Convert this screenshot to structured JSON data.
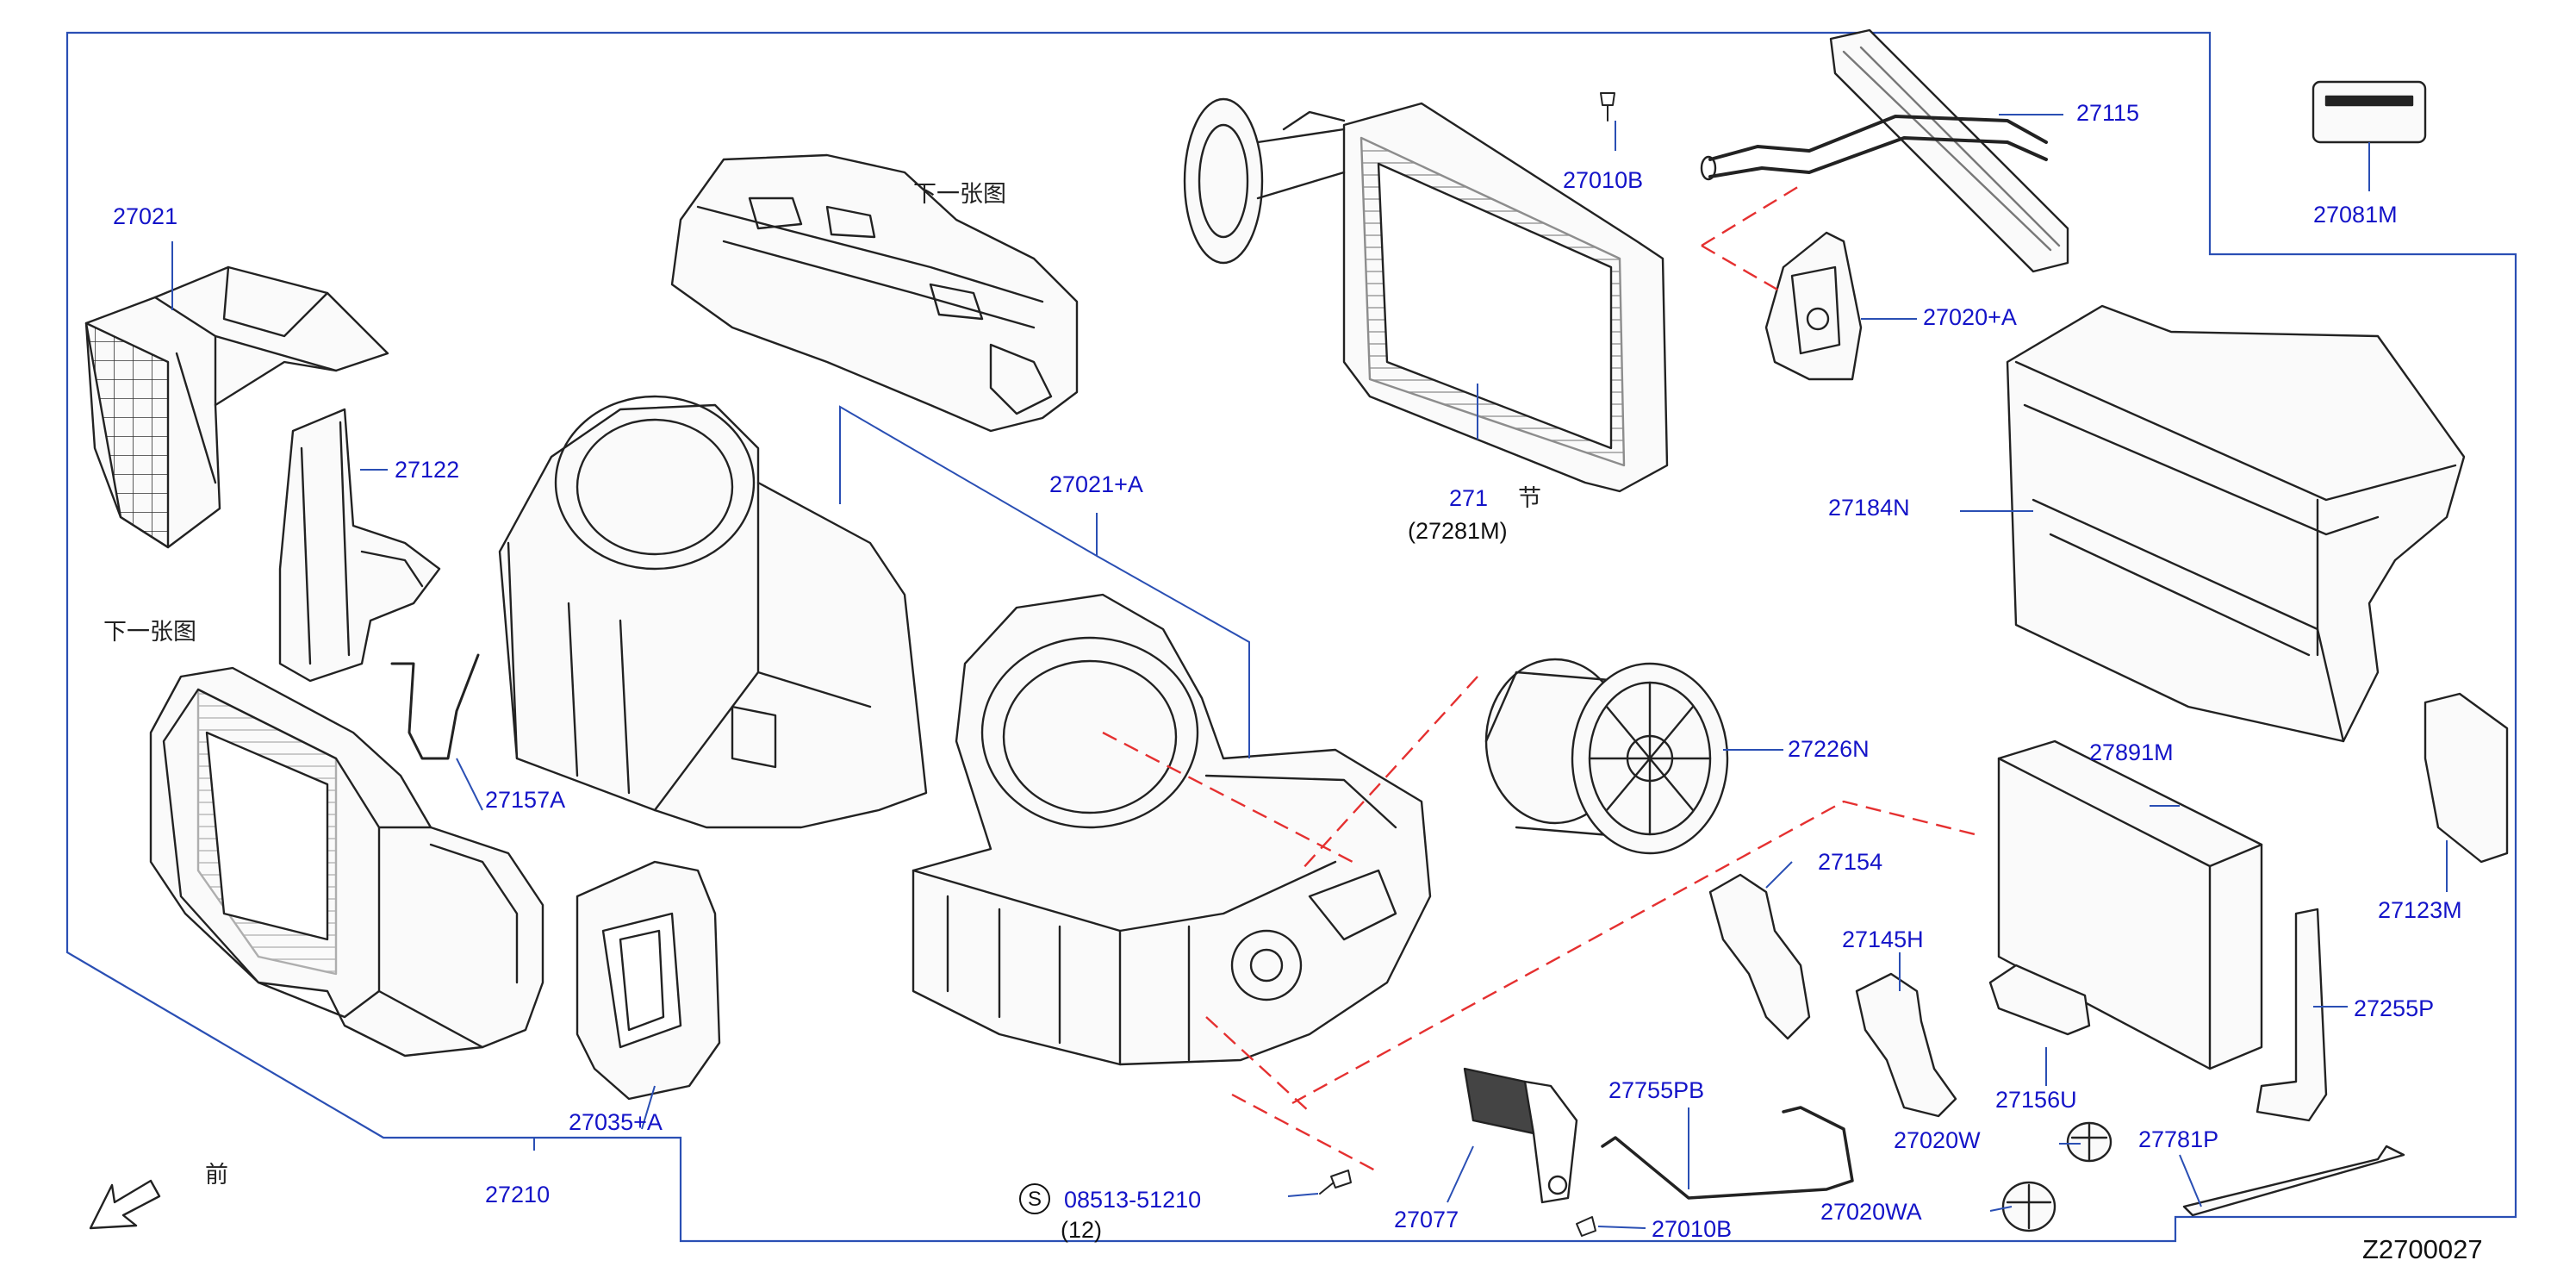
{
  "diagram": {
    "parts": [
      {
        "id": "p27021",
        "number": "27021"
      },
      {
        "id": "p27122",
        "number": "27122"
      },
      {
        "id": "p27157A",
        "number": "27157A"
      },
      {
        "id": "p27021A",
        "number": "27021+A"
      },
      {
        "id": "p27035A",
        "number": "27035+A"
      },
      {
        "id": "p27210",
        "number": "27210"
      },
      {
        "id": "p271",
        "number": "271"
      },
      {
        "id": "p27281M",
        "number": "(27281M)"
      },
      {
        "id": "p27010B_top",
        "number": "27010B"
      },
      {
        "id": "p27115",
        "number": "27115"
      },
      {
        "id": "p27081M",
        "number": "27081M"
      },
      {
        "id": "p27020A",
        "number": "27020+A"
      },
      {
        "id": "p27184N",
        "number": "27184N"
      },
      {
        "id": "p27226N",
        "number": "27226N"
      },
      {
        "id": "p27891M",
        "number": "27891M"
      },
      {
        "id": "p27154",
        "number": "27154"
      },
      {
        "id": "p27145H",
        "number": "27145H"
      },
      {
        "id": "p27123M",
        "number": "27123M"
      },
      {
        "id": "p27255P",
        "number": "27255P"
      },
      {
        "id": "p27156U",
        "number": "27156U"
      },
      {
        "id": "p27755PB",
        "number": "27755PB"
      },
      {
        "id": "p27020W",
        "number": "27020W"
      },
      {
        "id": "p27781P",
        "number": "27781P"
      },
      {
        "id": "p27020WA",
        "number": "27020WA"
      },
      {
        "id": "p27077",
        "number": "27077"
      },
      {
        "id": "p27010B_bot",
        "number": "27010B"
      },
      {
        "id": "p08513",
        "number": "08513-51210"
      },
      {
        "id": "p08513_qty",
        "number": "(12)"
      }
    ],
    "notes": {
      "next_figure_top": "下一张图",
      "next_figure_left": "下一张图",
      "section": "节",
      "front": "前",
      "standard_symbol": "S"
    },
    "drawing_code": "Z2700027",
    "colors": {
      "callout_text": "#1414c8",
      "leader_line": "#2a4fb4",
      "dashed_line": "#e53030",
      "drawing": "#222222"
    }
  }
}
